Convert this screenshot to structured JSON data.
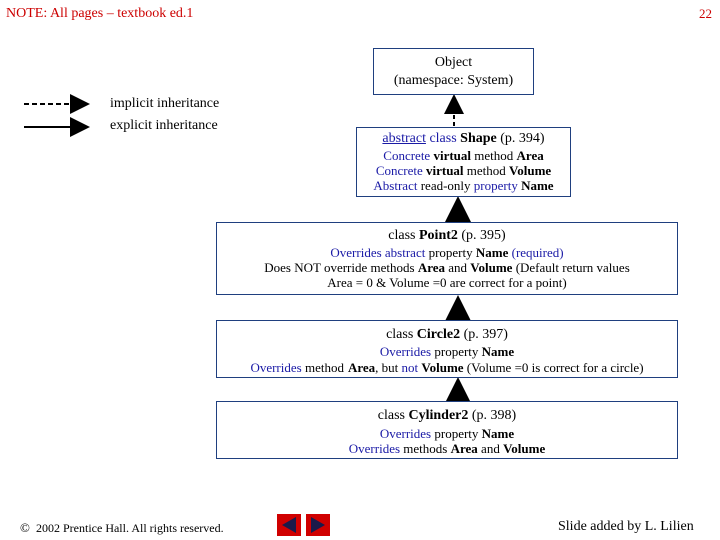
{
  "header": {
    "note": "NOTE: All pages – textbook ed.1",
    "page_number": "22"
  },
  "legend": {
    "implicit": "implicit inheritance",
    "explicit": "explicit inheritance"
  },
  "boxes": {
    "object": {
      "line1": "Object",
      "line2": "(namespace: System)"
    },
    "shape": {
      "kw_abstract": "abstract",
      "kw_class": "class",
      "name": "Shape",
      "page": "(p. 394)",
      "l2_a": "Concrete",
      "l2_b": "virtual",
      "l2_c": "method",
      "l2_d": "Area",
      "l3_a": "Concrete",
      "l3_b": "virtual",
      "l3_c": "method",
      "l3_d": "Volume",
      "l4_a": "Abstract",
      "l4_b": "read-only",
      "l4_c": "property",
      "l4_d": "Name"
    },
    "point2": {
      "kw_class": "class",
      "name": "Point2",
      "page": "(p. 395)",
      "l2_a": "Overrides abstract",
      "l2_b": "property",
      "l2_c": "Name",
      "l2_d": "(required)",
      "l3_a": "Does NOT override methods",
      "l3_b": "Area",
      "l3_c": "and",
      "l3_d": "Volume",
      "l3_e": "(Default return values",
      "l4": "Area = 0 & Volume =0 are correct for a point)"
    },
    "circle2": {
      "kw_class": "class",
      "name": "Circle2",
      "page": "(p. 397)",
      "l2_a": "Overrides",
      "l2_b": "property",
      "l2_c": "Name",
      "l3_a": "Overrides",
      "l3_b": "method",
      "l3_c": "Area",
      "l3_d": ", but",
      "l3_e": "not",
      "l3_f": "Volume",
      "l3_g": "(Volume =0 is correct for a circle)"
    },
    "cylinder2": {
      "kw_class": "class",
      "name": "Cylinder2",
      "page": "(p. 398)",
      "l2_a": "Overrides",
      "l2_b": "property",
      "l2_c": "Name",
      "l3_a": "Overrides",
      "l3_b": "methods",
      "l3_c": "Area",
      "l3_d": "and",
      "l3_e": "Volume"
    }
  },
  "footer": {
    "copyright_symbol": "©",
    "copyright": "2002 Prentice Hall. All rights reserved.",
    "credit": "Slide added by L. Lilien",
    "prev_icon": "left-arrow-icon",
    "next_icon": "right-arrow-icon"
  },
  "colors": {
    "note": "#cc0000",
    "keyword": "#1a1aa6",
    "box_border": "#1f3f7f",
    "nav": "#d00000"
  }
}
